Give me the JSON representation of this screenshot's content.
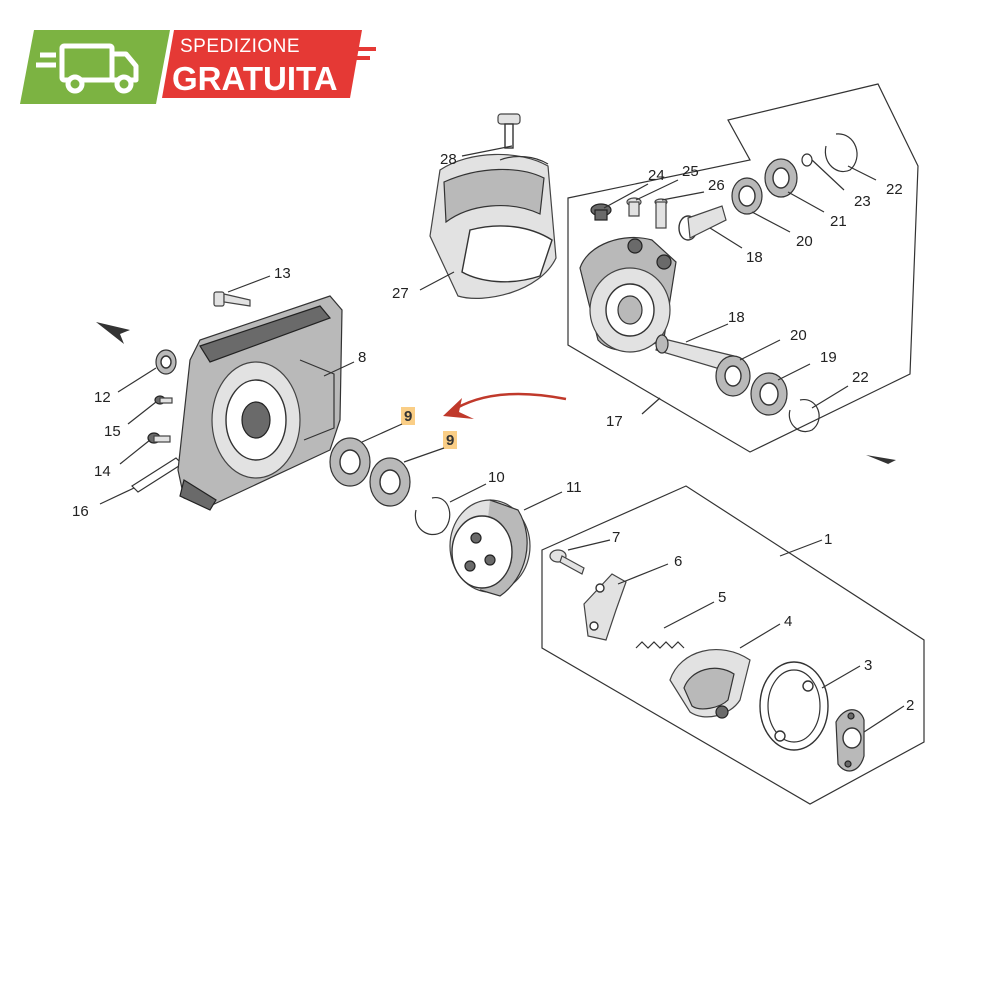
{
  "badge": {
    "line1": "SPEDIZIONE",
    "line2": "GRATUITA",
    "colors": {
      "green": "#7cb342",
      "red": "#e53935",
      "text": "#ffffff"
    },
    "icon": "delivery-truck-icon"
  },
  "diagram": {
    "accent": {
      "arrow": "#c0392b",
      "highlight": "#f5a623"
    },
    "callouts": [
      {
        "id": "c28",
        "text": "28"
      },
      {
        "id": "c27",
        "text": "27"
      },
      {
        "id": "c24",
        "text": "24"
      },
      {
        "id": "c25",
        "text": "25"
      },
      {
        "id": "c26",
        "text": "26"
      },
      {
        "id": "c23",
        "text": "23"
      },
      {
        "id": "c22a",
        "text": "22"
      },
      {
        "id": "c21",
        "text": "21"
      },
      {
        "id": "c20a",
        "text": "20"
      },
      {
        "id": "c18a",
        "text": "18"
      },
      {
        "id": "c18b",
        "text": "18"
      },
      {
        "id": "c20b",
        "text": "20"
      },
      {
        "id": "c19",
        "text": "19"
      },
      {
        "id": "c22b",
        "text": "22"
      },
      {
        "id": "c17",
        "text": "17"
      },
      {
        "id": "c13",
        "text": "13"
      },
      {
        "id": "c12",
        "text": "12"
      },
      {
        "id": "c15",
        "text": "15"
      },
      {
        "id": "c14",
        "text": "14"
      },
      {
        "id": "c16",
        "text": "16"
      },
      {
        "id": "c8",
        "text": "8"
      },
      {
        "id": "c9a",
        "text": "9"
      },
      {
        "id": "c9b",
        "text": "9"
      },
      {
        "id": "c10",
        "text": "10"
      },
      {
        "id": "c11",
        "text": "11"
      },
      {
        "id": "c1",
        "text": "1"
      },
      {
        "id": "c7",
        "text": "7"
      },
      {
        "id": "c6",
        "text": "6"
      },
      {
        "id": "c5",
        "text": "5"
      },
      {
        "id": "c4",
        "text": "4"
      },
      {
        "id": "c3",
        "text": "3"
      },
      {
        "id": "c2",
        "text": "2"
      }
    ]
  }
}
